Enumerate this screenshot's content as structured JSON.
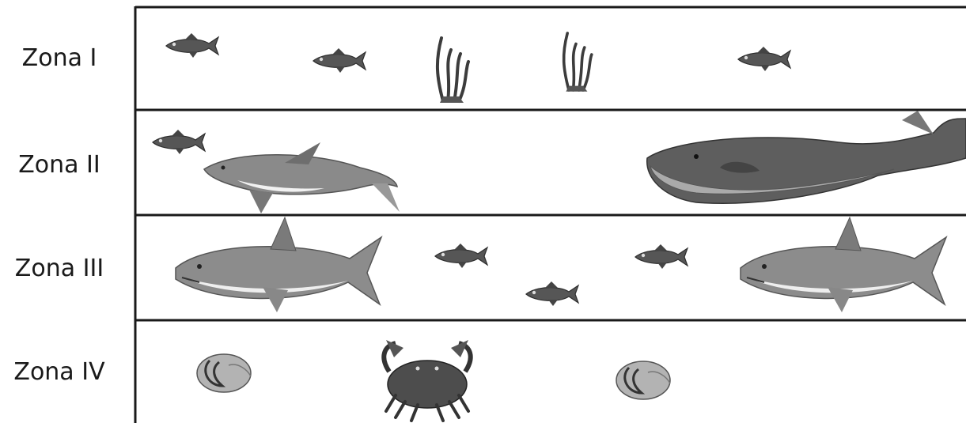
{
  "zones": [
    {
      "label": "Zona I",
      "organisms": [
        "fish",
        "fish",
        "seaweed",
        "seaweed",
        "fish"
      ]
    },
    {
      "label": "Zona II",
      "organisms": [
        "fish",
        "dolphin",
        "humpback-whale"
      ]
    },
    {
      "label": "Zona III",
      "organisms": [
        "shark",
        "fish",
        "fish",
        "fish",
        "shark"
      ]
    },
    {
      "label": "Zona IV",
      "organisms": [
        "sea-snail",
        "crab",
        "sea-snail"
      ]
    }
  ],
  "colors": {
    "line": "#1a1a1a",
    "fish": "#555555",
    "dolphin": "#8a8a8a",
    "whale": "#5e5e5e",
    "shark": "#8c8c8c",
    "crab": "#4d4d4d",
    "snail": "#b0b0b0"
  }
}
